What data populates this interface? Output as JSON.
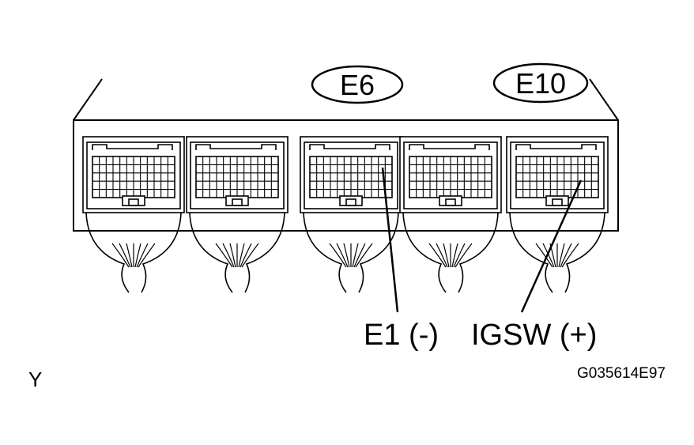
{
  "connector_tags": {
    "e6": "E6",
    "e10": "E10"
  },
  "terminals": {
    "e1": "E1 (-)",
    "igsw": "IGSW (+)"
  },
  "corner_mark": "Y",
  "figure_code": "G035614E97",
  "colors": {
    "line": "#000000",
    "background": "#ffffff"
  }
}
